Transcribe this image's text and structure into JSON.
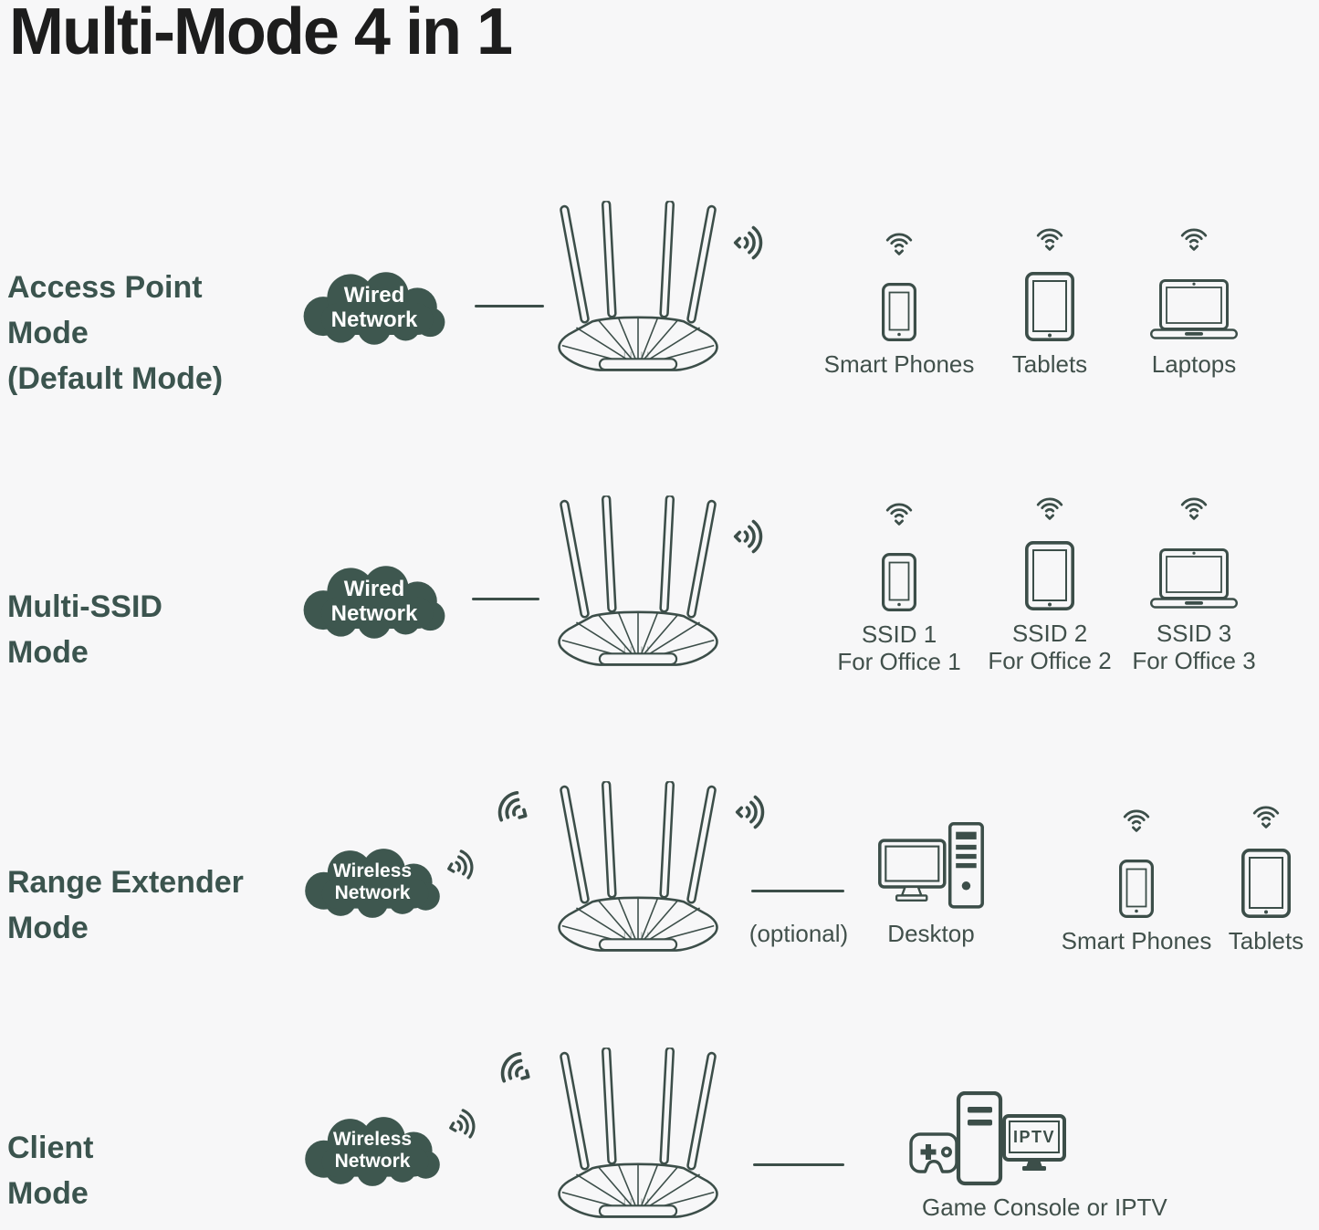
{
  "title": "Multi-Mode 4 in 1",
  "colors": {
    "background": "#f7f7f8",
    "icon_ink": "#3c4e49",
    "mode_label": "#3b544e",
    "cloud_fill": "#3e574f",
    "cloud_text": "#ffffff",
    "title_text": "#1d1d1d",
    "device_label": "#41504b"
  },
  "rows": [
    {
      "id": "access-point-mode",
      "mode_lines": [
        "Access Point",
        "Mode",
        "(Default Mode)"
      ],
      "cloud": {
        "line1": "Wired",
        "line2": "Network"
      },
      "devices": [
        {
          "name": "smart-phones",
          "label": "Smart Phones"
        },
        {
          "name": "tablets",
          "label": "Tablets"
        },
        {
          "name": "laptops",
          "label": "Laptops"
        }
      ]
    },
    {
      "id": "multi-ssid-mode",
      "mode_lines": [
        "Multi-SSID",
        "Mode"
      ],
      "cloud": {
        "line1": "Wired",
        "line2": "Network"
      },
      "devices": [
        {
          "name": "ssid-1",
          "label": "SSID 1",
          "sublabel": "For Office 1"
        },
        {
          "name": "ssid-2",
          "label": "SSID 2",
          "sublabel": "For Office 2"
        },
        {
          "name": "ssid-3",
          "label": "SSID 3",
          "sublabel": "For Office 3"
        }
      ]
    },
    {
      "id": "range-extender-mode",
      "mode_lines": [
        "Range Extender",
        "Mode"
      ],
      "cloud": {
        "line1": "Wireless",
        "line2": "Network"
      },
      "optional_label": "(optional)",
      "devices": [
        {
          "name": "desktop",
          "label": "Desktop"
        },
        {
          "name": "smart-phones",
          "label": "Smart Phones"
        },
        {
          "name": "tablets",
          "label": "Tablets"
        }
      ]
    },
    {
      "id": "client-mode",
      "mode_lines": [
        "Client",
        "Mode"
      ],
      "cloud": {
        "line1": "Wireless",
        "line2": "Network"
      },
      "iptv_badge": "IPTV",
      "devices": [
        {
          "name": "game-console-or-iptv",
          "label": "Game Console or IPTV"
        }
      ]
    }
  ]
}
